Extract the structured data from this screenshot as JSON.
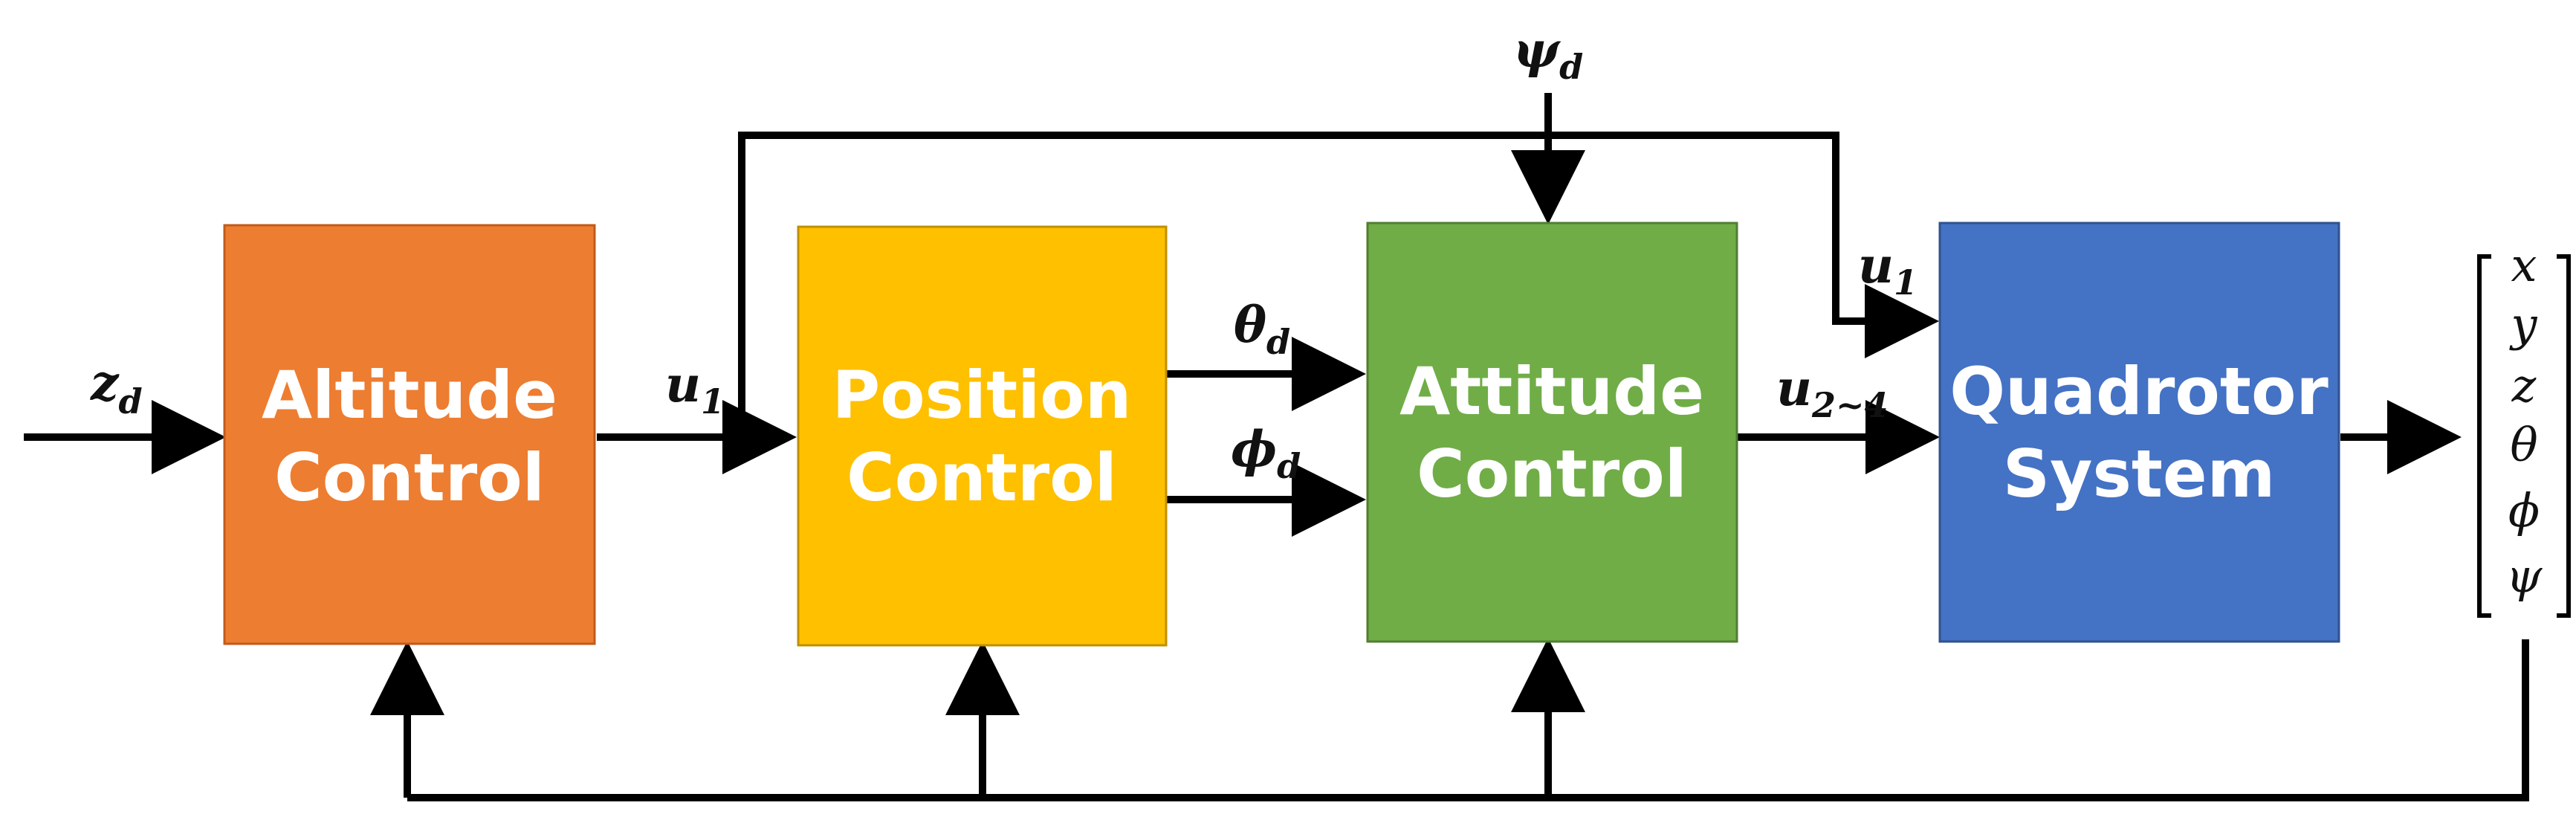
{
  "blocks": {
    "altitude": {
      "line1": "Altitude",
      "line2": "Control",
      "color": "#ED7D31",
      "border": "#C15A1A"
    },
    "position": {
      "line1": "Position",
      "line2": "Control",
      "color": "#FFC000",
      "border": "#BF9000"
    },
    "attitude": {
      "line1": "Attitude",
      "line2": "Control",
      "color": "#70AD47",
      "border": "#507E32"
    },
    "quadrotor": {
      "line1": "Quadrotor",
      "line2": "System",
      "color": "#4472C4",
      "border": "#2F528F"
    }
  },
  "signals": {
    "z_d": {
      "main": "z",
      "sub": "d"
    },
    "u1_left": {
      "main": "u",
      "sub": "1"
    },
    "theta_d": {
      "main": "θ",
      "sub": "d"
    },
    "phi_d": {
      "main": "ϕ",
      "sub": "d"
    },
    "psi_d": {
      "main": "ψ",
      "sub": "d"
    },
    "u1_top": {
      "main": "u",
      "sub": "1"
    },
    "u2_4": {
      "main": "u",
      "sub": "2~4"
    }
  },
  "state_vector": [
    "x",
    "y",
    "z",
    "θ",
    "ϕ",
    "ψ"
  ]
}
